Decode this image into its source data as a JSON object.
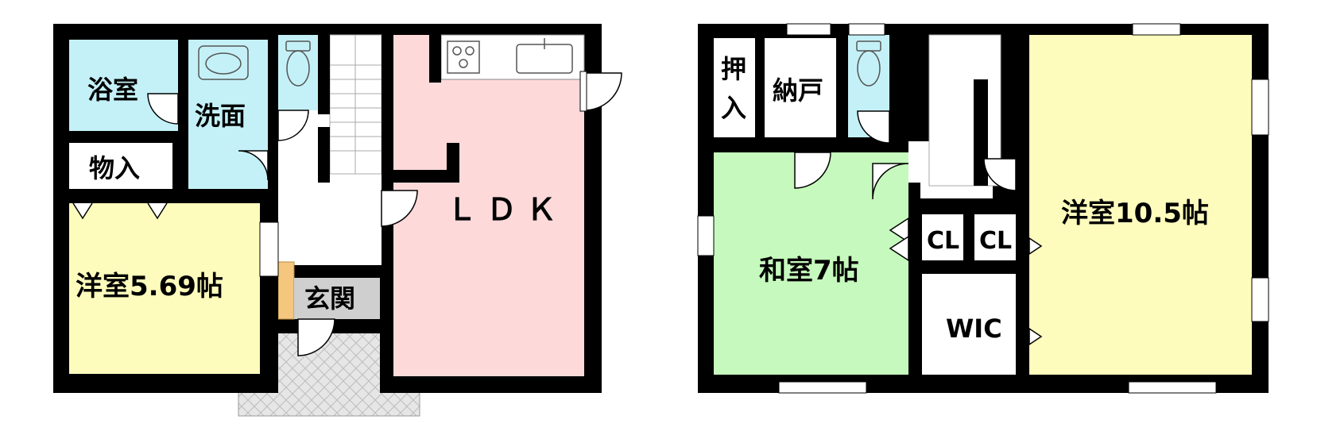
{
  "floor1": {
    "bathroom": "浴室",
    "washroom": "洗面",
    "storage": "物入",
    "western_room": "洋室5.69帖",
    "entrance": "玄関",
    "ldk": "ＬＤＫ"
  },
  "floor2": {
    "closet": "押入",
    "storeroom": "納戸",
    "japanese_room": "和室7帖",
    "cl_left": "CL",
    "cl_right": "CL",
    "wic": "WIC",
    "western_room": "洋室10.5帖"
  },
  "colors": {
    "bath_blue": "#c4f1f7",
    "western_yellow": "#fdfcbd",
    "ldk_pink": "#fdd9d9",
    "japanese_green": "#c6f9bd",
    "entrance_gray": "#cfcfcf",
    "wall": "#000000"
  }
}
